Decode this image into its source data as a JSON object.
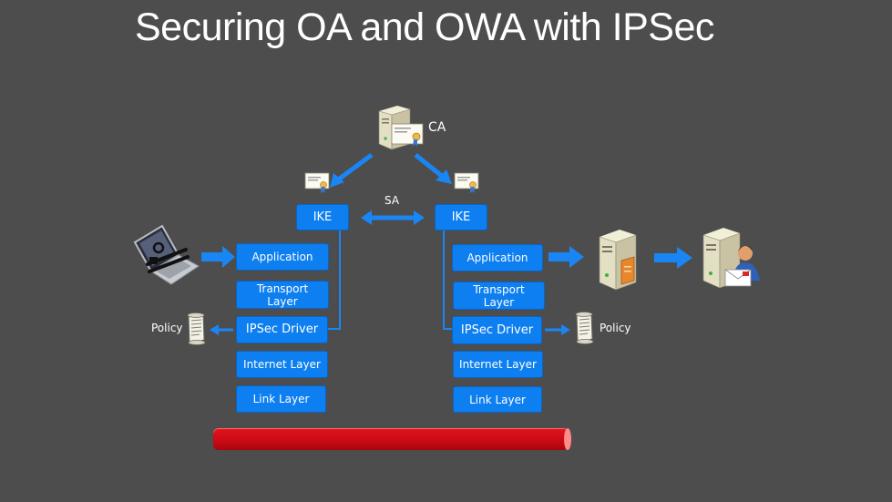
{
  "title": "Securing OA and OWA with IPSec",
  "ca_label": "CA",
  "sa_label": "SA",
  "left_stack": {
    "ike": "IKE",
    "application": "Application",
    "transport": "Transport Layer",
    "ipsec_driver": "IPSec Driver",
    "internet": "Internet Layer",
    "link": "Link Layer",
    "policy": "Policy"
  },
  "right_stack": {
    "ike": "IKE",
    "application": "Application",
    "transport": "Transport Layer",
    "ipsec_driver": "IPSec Driver",
    "internet": "Internet Layer",
    "link": "Link Layer",
    "policy": "Policy"
  },
  "icons": {
    "laptop": "laptop-icon",
    "ca_server": "ca-server-icon",
    "certificate": "certificate-icon",
    "policy_scroll": "policy-scroll-icon",
    "web_server": "web-server-icon",
    "mail_server": "mail-server-icon"
  },
  "colors": {
    "background": "#4d4d4d",
    "box_fill": "#0d7ff0",
    "arrow": "#1a86f5",
    "network": "#d40d17"
  }
}
